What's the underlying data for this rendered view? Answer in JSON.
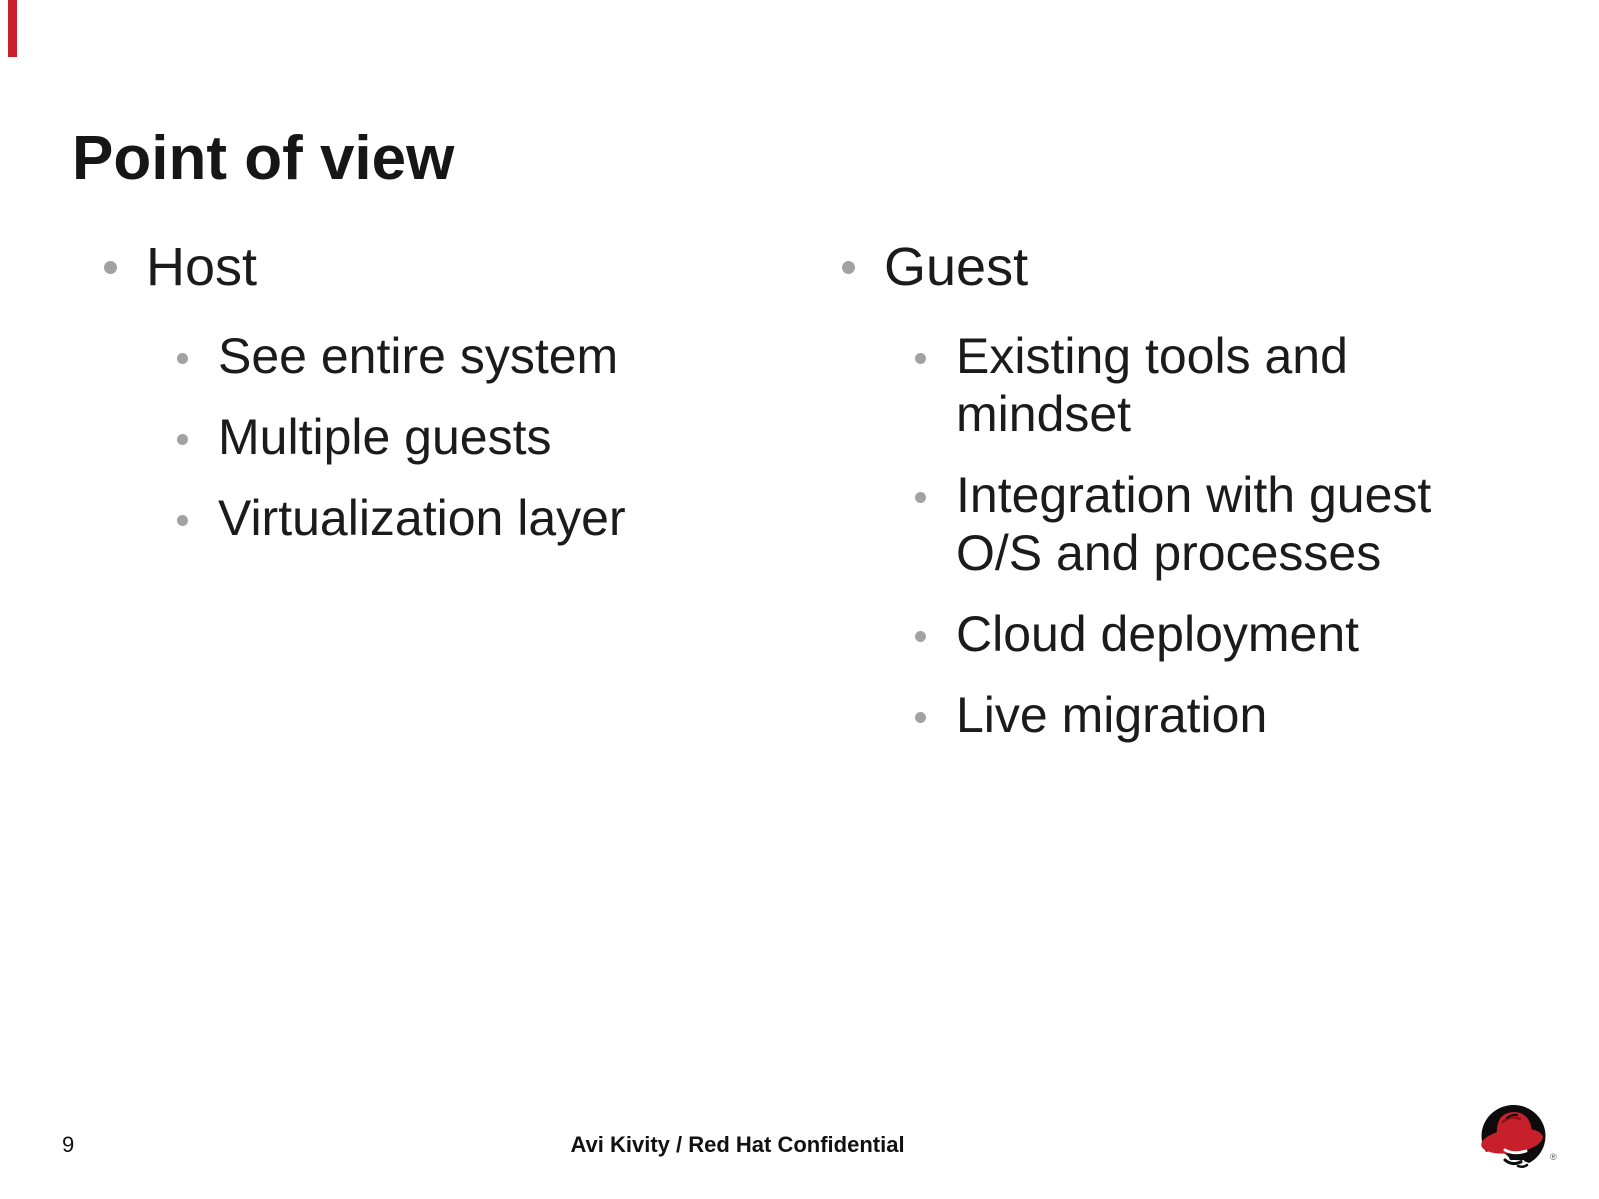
{
  "slide": {
    "title": "Point of view",
    "columns": [
      {
        "heading": "Host",
        "items": [
          "See entire system",
          "Multiple guests",
          "Virtualization layer"
        ]
      },
      {
        "heading": "Guest",
        "items": [
          "Existing tools and mindset",
          "Integration with guest O/S and processes",
          "Cloud deployment",
          "Live migration"
        ]
      }
    ],
    "footer": {
      "page_number": "9",
      "text": "Avi Kivity / Red Hat Confidential"
    },
    "logo": {
      "name": "redhat-shadowman-logo",
      "registered_mark": "®"
    },
    "colors": {
      "accent_red": "#c9202b",
      "logo_red": "#c8202b",
      "logo_black": "#0d0b0b",
      "text": "#1b1b1b",
      "bullet_gray": "#a2a2a2"
    }
  }
}
